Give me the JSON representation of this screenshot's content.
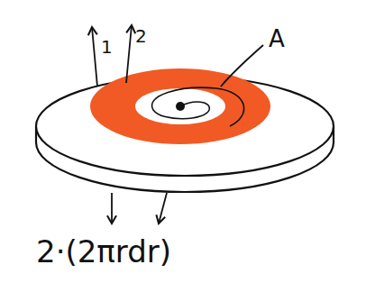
{
  "diagram": {
    "labels": [
      "1",
      "2",
      "A",
      "2·(2πrdr)"
    ]
  }
}
